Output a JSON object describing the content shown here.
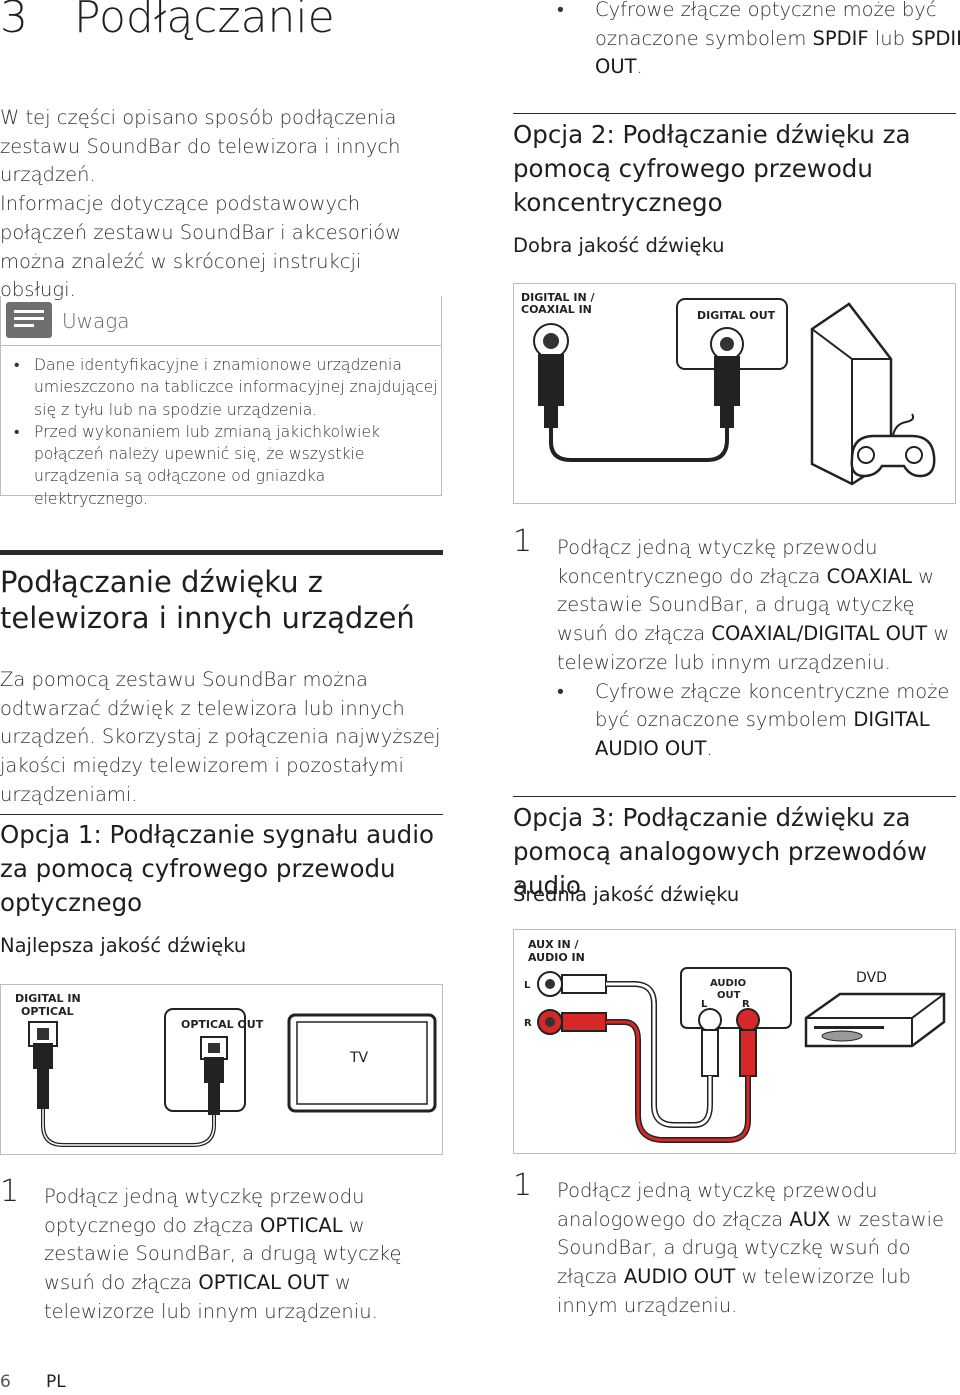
{
  "chapter": {
    "number": "3",
    "title": "Podłączanie"
  },
  "intro": {
    "p1": "W tej części opisano sposób podłączenia zestawu SoundBar do telewizora i innych urządzeń.",
    "p2": "Informacje dotyczące podstawowych połączeń zestawu SoundBar i akcesoriów można znaleźć w skróconej instrukcji obsługi."
  },
  "note": {
    "label": "Uwaga",
    "items": [
      "Dane identyfikacyjne i znamionowe urządzenia umieszczono na tabliczce informacyjnej znajdującej się z tyłu lub na spodzie urządzenia.",
      "Przed wykonaniem lub zmianą jakichkolwiek połączeń należy upewnić się, że wszystkie urządzenia są odłączone od gniazdka elektrycznego."
    ]
  },
  "section_audio": {
    "title": "Podłączanie dźwięku z telewizora i innych urządzeń",
    "body": "Za pomocą zestawu SoundBar można odtwarzać dźwięk z telewizora lub innych urządzeń. Skorzystaj z połączenia najwyższej jakości między telewizorem i pozostałymi urządzeniami."
  },
  "option1": {
    "title": "Opcja 1: Podłączanie sygnału audio za pomocą cyfrowego przewodu optycznego",
    "quality": "Najlepsza jakość dźwięku",
    "fig": {
      "label_in_1": "DIGITAL IN",
      "label_in_2": "OPTICAL",
      "label_out": "OPTICAL OUT",
      "device": "TV"
    },
    "step_num": "1",
    "step": {
      "t1": "Podłącz jedną wtyczkę przewodu optycznego do złącza ",
      "k1": "OPTICAL",
      "t2": " w zestawie SoundBar, a drugą wtyczkę wsuń do złącza ",
      "k2": "OPTICAL OUT",
      "t3": " w telewizorze lub innym urządzeniu."
    },
    "bullet": {
      "dot": "•",
      "t1": "Cyfrowe złącze optyczne może być oznaczone symbolem ",
      "k1": "SPDIF",
      "t2": " lub ",
      "k2": "SPDIF OUT",
      "t3": "."
    }
  },
  "option2": {
    "title": "Opcja 2: Podłączanie dźwięku za pomocą cyfrowego przewodu koncentrycznego",
    "quality": "Dobra jakość dźwięku",
    "fig": {
      "label_in_1": "DIGITAL IN /",
      "label_in_2": "COAXIAL IN",
      "label_out": "DIGITAL OUT"
    },
    "step_num": "1",
    "step": {
      "t1": "Podłącz jedną wtyczkę przewodu koncentrycznego do złącza ",
      "k1": "COAXIAL",
      "t2": " w zestawie SoundBar, a drugą wtyczkę wsuń do złącza ",
      "k2": "COAXIAL/DIGITAL OUT",
      "t3": " w telewizorze lub innym urządzeniu."
    },
    "bullet": {
      "dot": "•",
      "t1": "Cyfrowe złącze koncentryczne może być oznaczone symbolem ",
      "k1": "DIGITAL AUDIO OUT",
      "t2": "."
    }
  },
  "option3": {
    "title": "Opcja 3: Podłączanie dźwięku za pomocą analogowych przewodów audio",
    "quality": "Średnia jakość dźwięku",
    "fig": {
      "label_in_1": "AUX IN /",
      "label_in_2": "AUDIO IN",
      "l": "L",
      "r": "R",
      "label_out_1": "AUDIO",
      "label_out_2": "OUT",
      "out_l": "L",
      "out_r": "R",
      "device": "DVD"
    },
    "step_num": "1",
    "step": {
      "t1": "Podłącz jedną wtyczkę przewodu analogowego do złącza ",
      "k1": "AUX",
      "t2": " w zestawie SoundBar, a drugą wtyczkę wsuń do złącza ",
      "k2": "AUDIO OUT",
      "t3": " w telewizorze lub innym urządzeniu."
    }
  },
  "footer": {
    "page": "6",
    "lang": "PL"
  }
}
